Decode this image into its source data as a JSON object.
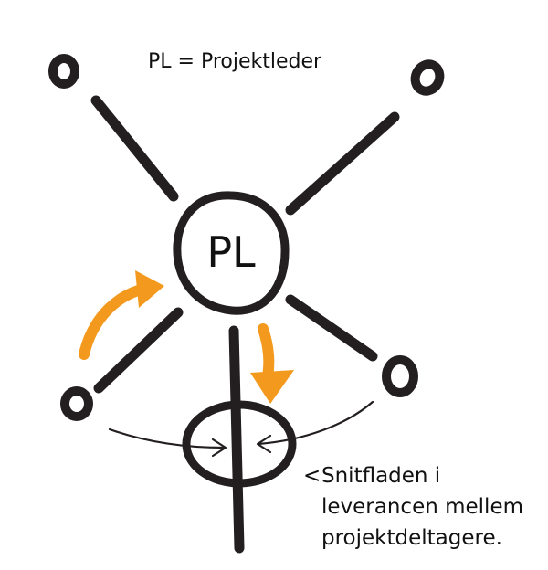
{
  "legend": "PL = Projektleder",
  "hub_label": "PL",
  "note": {
    "marker": "<",
    "lines": [
      "Snitfladen i",
      "leverancen mellem",
      "projektdeltagere."
    ]
  },
  "colors": {
    "ink": "#231f20",
    "accent": "#f39a1e",
    "background": "#ffffff"
  }
}
